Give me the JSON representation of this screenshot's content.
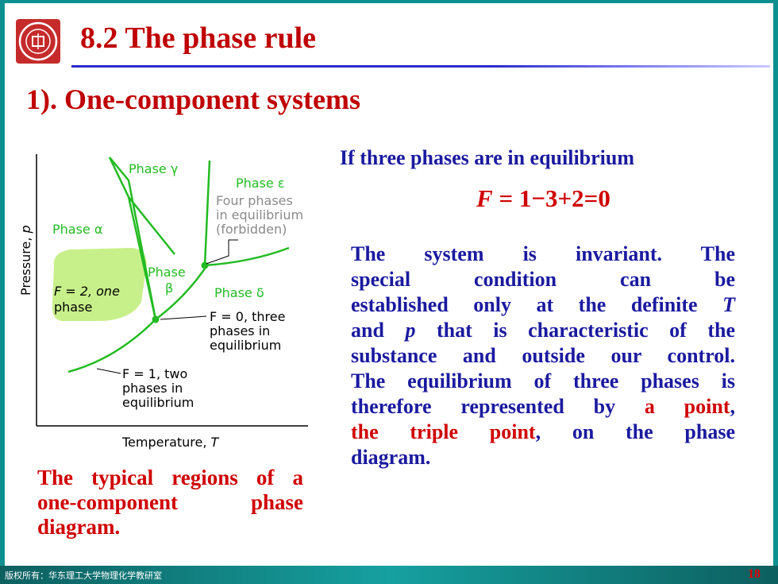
{
  "slide": {
    "title": "8.2  The phase rule",
    "subtitle": "1). One-component systems",
    "logo_icon": "university-seal-icon"
  },
  "diagram": {
    "y_axis_label": "Pressure, ",
    "y_axis_var": "p",
    "x_axis_label": "Temperature, ",
    "x_axis_var": "T",
    "phase_gamma": "Phase γ",
    "phase_epsilon": "Phase ε",
    "phase_alpha": "Phase α",
    "phase_beta_1": "Phase",
    "phase_beta_2": "β",
    "phase_delta": "Phase δ",
    "four_phases_1": "Four phases",
    "four_phases_2": "in equilibrium",
    "four_phases_3": "(forbidden)",
    "f2_1": "F = 2, one",
    "f2_2": "phase",
    "f0_1": "F = 0, three",
    "f0_2": "phases in",
    "f0_3": "equilibrium",
    "f1_1": "F = 1, two",
    "f1_2": "phases in",
    "f1_3": "equilibrium",
    "highlight_color": "#c8f08a",
    "line_color": "#22bb22"
  },
  "caption": {
    "line1": "The typical regions of a",
    "line2": "one-component phase",
    "line3": "diagram."
  },
  "right": {
    "condition": "If three phases are in equilibrium",
    "formula_var": "F",
    "formula_rest": " = 1−3+2=0",
    "lines": [
      "The system is invariant. The",
      "special condition can be",
      "established only at the definite ",
      "and ",
      "substance and outside our control.",
      "The equilibrium of three phases is",
      "therefore represented by ",
      "the triple point",
      "diagram."
    ],
    "var_T": "T",
    "var_p": "p",
    "line4_rest": " that is characteristic of the",
    "line7_red": "a point",
    "line7_comma": ",",
    "line8_rest": ", on the phase"
  },
  "footer": {
    "copyright": "版权所有：华东理工大学物理化学教研室",
    "page_number": "18"
  }
}
